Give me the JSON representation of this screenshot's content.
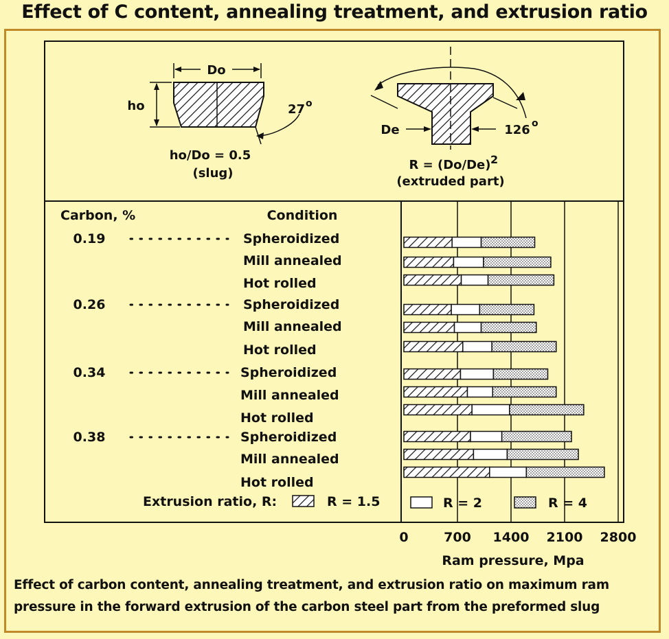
{
  "page": {
    "title": "Effect of C content, annealing treatment, and extrusion ratio",
    "caption_line1": "Effect of carbon content, annealing treatment, and extrusion ratio on maximum ram",
    "caption_line2": "pressure in the forward extrusion of the carbon steel part from the preformed slug"
  },
  "diagram": {
    "slug_dimension_do": "Do",
    "slug_dimension_ho": "ho",
    "slug_angle_value": "27",
    "slug_angle_degree": "o",
    "slug_ratio": "ho/Do = 0.5",
    "slug_label": "(slug)",
    "part_dimension_de": "De",
    "part_angle_value": "126",
    "part_angle_degree": "o",
    "part_formula": "R = (Do/De)",
    "part_formula_exponent": "2",
    "part_label": "(extruded part)"
  },
  "colors": {
    "background": "#fdf7ba",
    "frame": "#c08a2a",
    "ink": "#111111"
  },
  "chart_data": {
    "type": "bar",
    "stacked": true,
    "orientation": "horizontal",
    "header_carbon": "Carbon, %",
    "header_condition": "Condition",
    "legend_title": "Extrusion ratio, R:",
    "xlabel": "Ram pressure, Mpa",
    "xlim": [
      0,
      2800
    ],
    "xticks": [
      "0",
      "700",
      "1400",
      "2100",
      "2800"
    ],
    "xtick_values": [
      0,
      700,
      1400,
      2100,
      2800
    ],
    "grid": true,
    "legend_position": "bottom",
    "groups": [
      {
        "carbon": "0.19",
        "conditions": [
          "Spheroidized",
          "Mill annealed",
          "Hot rolled"
        ]
      },
      {
        "carbon": "0.26",
        "conditions": [
          "Spheroidized",
          "Mill annealed",
          "Hot rolled"
        ]
      },
      {
        "carbon": "0.34",
        "conditions": [
          "Spheroidized",
          "Mill annealed",
          "Hot rolled"
        ]
      },
      {
        "carbon": "0.38",
        "conditions": [
          "Spheroidized",
          "Mill annealed",
          "Hot rolled"
        ]
      }
    ],
    "series": [
      {
        "name": "R = 1.5",
        "pattern": "hatched",
        "values": [
          630,
          650,
          750,
          620,
          660,
          770,
          740,
          830,
          890,
          870,
          910,
          1120
        ]
      },
      {
        "name": "R = 2",
        "pattern": "open",
        "values": [
          1010,
          1040,
          1100,
          990,
          1010,
          1150,
          1170,
          1160,
          1380,
          1280,
          1350,
          1600
        ]
      },
      {
        "name": "R = 4",
        "pattern": "dotted",
        "values": [
          1710,
          1920,
          1960,
          1700,
          1730,
          1990,
          1880,
          1990,
          2350,
          2190,
          2280,
          2620
        ]
      }
    ]
  }
}
